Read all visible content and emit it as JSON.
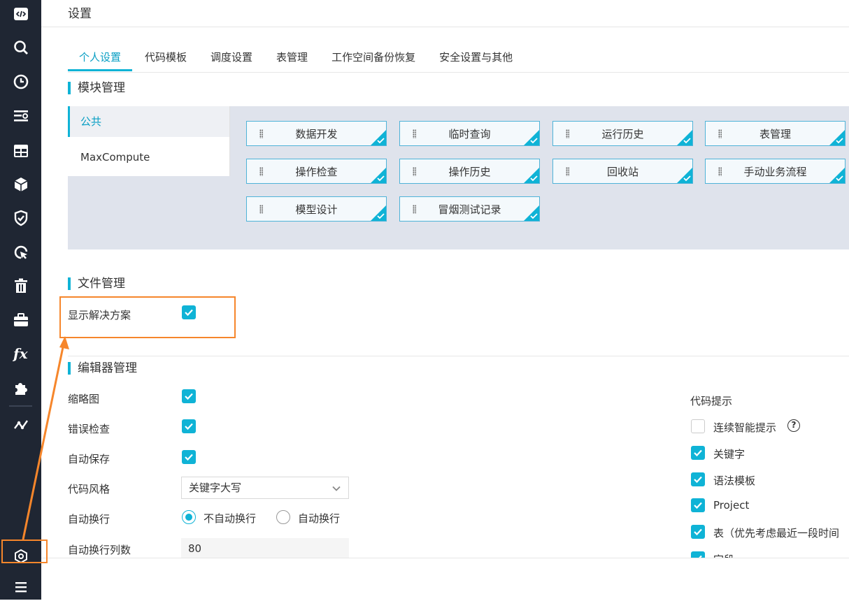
{
  "page_title": "设置",
  "tabs": [
    {
      "label": "个人设置",
      "active": true
    },
    {
      "label": "代码模板"
    },
    {
      "label": "调度设置"
    },
    {
      "label": "表管理"
    },
    {
      "label": "工作空间备份恢复"
    },
    {
      "label": "安全设置与其他"
    }
  ],
  "module_section": {
    "title": "模块管理",
    "categories": [
      "公共",
      "MaxCompute"
    ],
    "modules": [
      "数据开发",
      "临时查询",
      "运行历史",
      "表管理",
      "操作检查",
      "操作历史",
      "回收站",
      "手动业务流程",
      "模型设计",
      "冒烟测试记录"
    ]
  },
  "file_section": {
    "title": "文件管理",
    "show_solution_label": "显示解决方案",
    "show_solution_checked": true
  },
  "editor_section": {
    "title": "编辑器管理",
    "thumbnail_label": "缩略图",
    "error_check_label": "错误检查",
    "autosave_label": "自动保存",
    "code_style_label": "代码风格",
    "code_style_value": "关键字大写",
    "wrap_label": "自动换行",
    "wrap_options": [
      "不自动换行",
      "自动换行"
    ],
    "wrap_selected": "不自动换行",
    "wrap_columns_label": "自动换行列数",
    "wrap_columns_value": "80"
  },
  "code_hint": {
    "title": "代码提示",
    "options": [
      {
        "label": "连续智能提示",
        "checked": false
      },
      {
        "label": "关键字",
        "checked": true
      },
      {
        "label": "语法模板",
        "checked": true
      },
      {
        "label": "Project",
        "checked": true
      },
      {
        "label": "表（优先考虑最近一段时间",
        "checked": true
      },
      {
        "label": "字段",
        "checked": true
      }
    ],
    "help_glyph": "?"
  },
  "sidebar_icons": [
    "code-icon",
    "search-icon",
    "clock-icon",
    "list-icon",
    "table-icon",
    "cube-icon",
    "shield-icon",
    "cursor-icon",
    "trash-icon",
    "briefcase-icon",
    "function-icon",
    "puzzle-icon",
    "graph-icon",
    "settings-icon",
    "menu-icon"
  ],
  "colors": {
    "accent": "#0fb3d6",
    "sidebar_bg": "#1f2633",
    "highlight": "#f6862b"
  }
}
